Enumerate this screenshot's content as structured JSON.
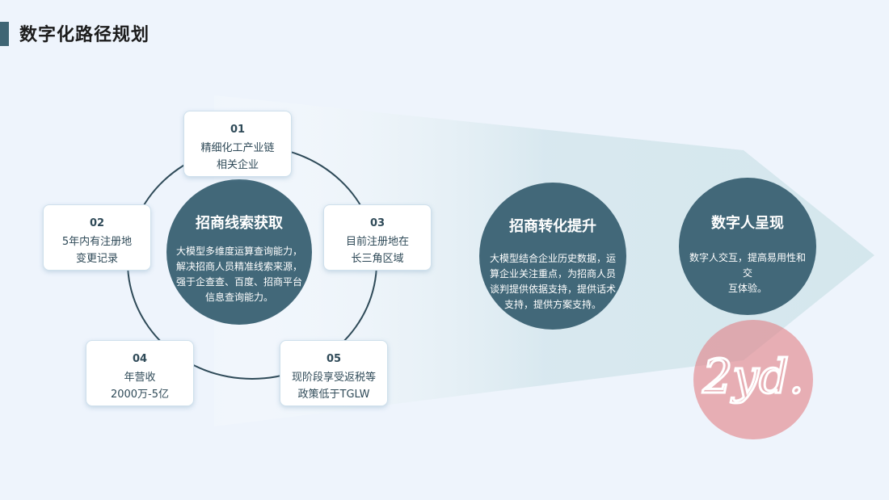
{
  "header": {
    "title": "数字化路径规划"
  },
  "stage1": {
    "title": "招商线索获取",
    "desc": [
      "大模型多维度运算查询能力，",
      "解决招商人员精准线索来源，",
      "强于企查查、百度、招商平台",
      "信息查询能力。"
    ]
  },
  "nodes": [
    {
      "num": "01",
      "lines": [
        "精细化工产业链",
        "相关企业"
      ]
    },
    {
      "num": "02",
      "lines": [
        "5年内有注册地",
        "变更记录"
      ]
    },
    {
      "num": "03",
      "lines": [
        "目前注册地在",
        "长三角区域"
      ]
    },
    {
      "num": "04",
      "lines": [
        "年营收",
        "2000万-5亿"
      ]
    },
    {
      "num": "05",
      "lines": [
        "现阶段享受返税等",
        "政策低于TGLW"
      ]
    }
  ],
  "stage2": {
    "title": "招商转化提升",
    "desc": [
      "大模型结合企业历史数据，运",
      "算企业关注重点，为招商人员",
      "谈判提供依据支持，提供话术",
      "支持，提供方案支持。"
    ]
  },
  "stage3": {
    "title": "数字人呈现",
    "desc": [
      "数字人交互，提高易用性和交",
      "互体验。"
    ]
  },
  "watermark": {
    "text": "2yd.",
    "color": "#e28288"
  },
  "colors": {
    "circle": "#426879",
    "ring": "#2e4a58",
    "accent": "#3f6574"
  }
}
